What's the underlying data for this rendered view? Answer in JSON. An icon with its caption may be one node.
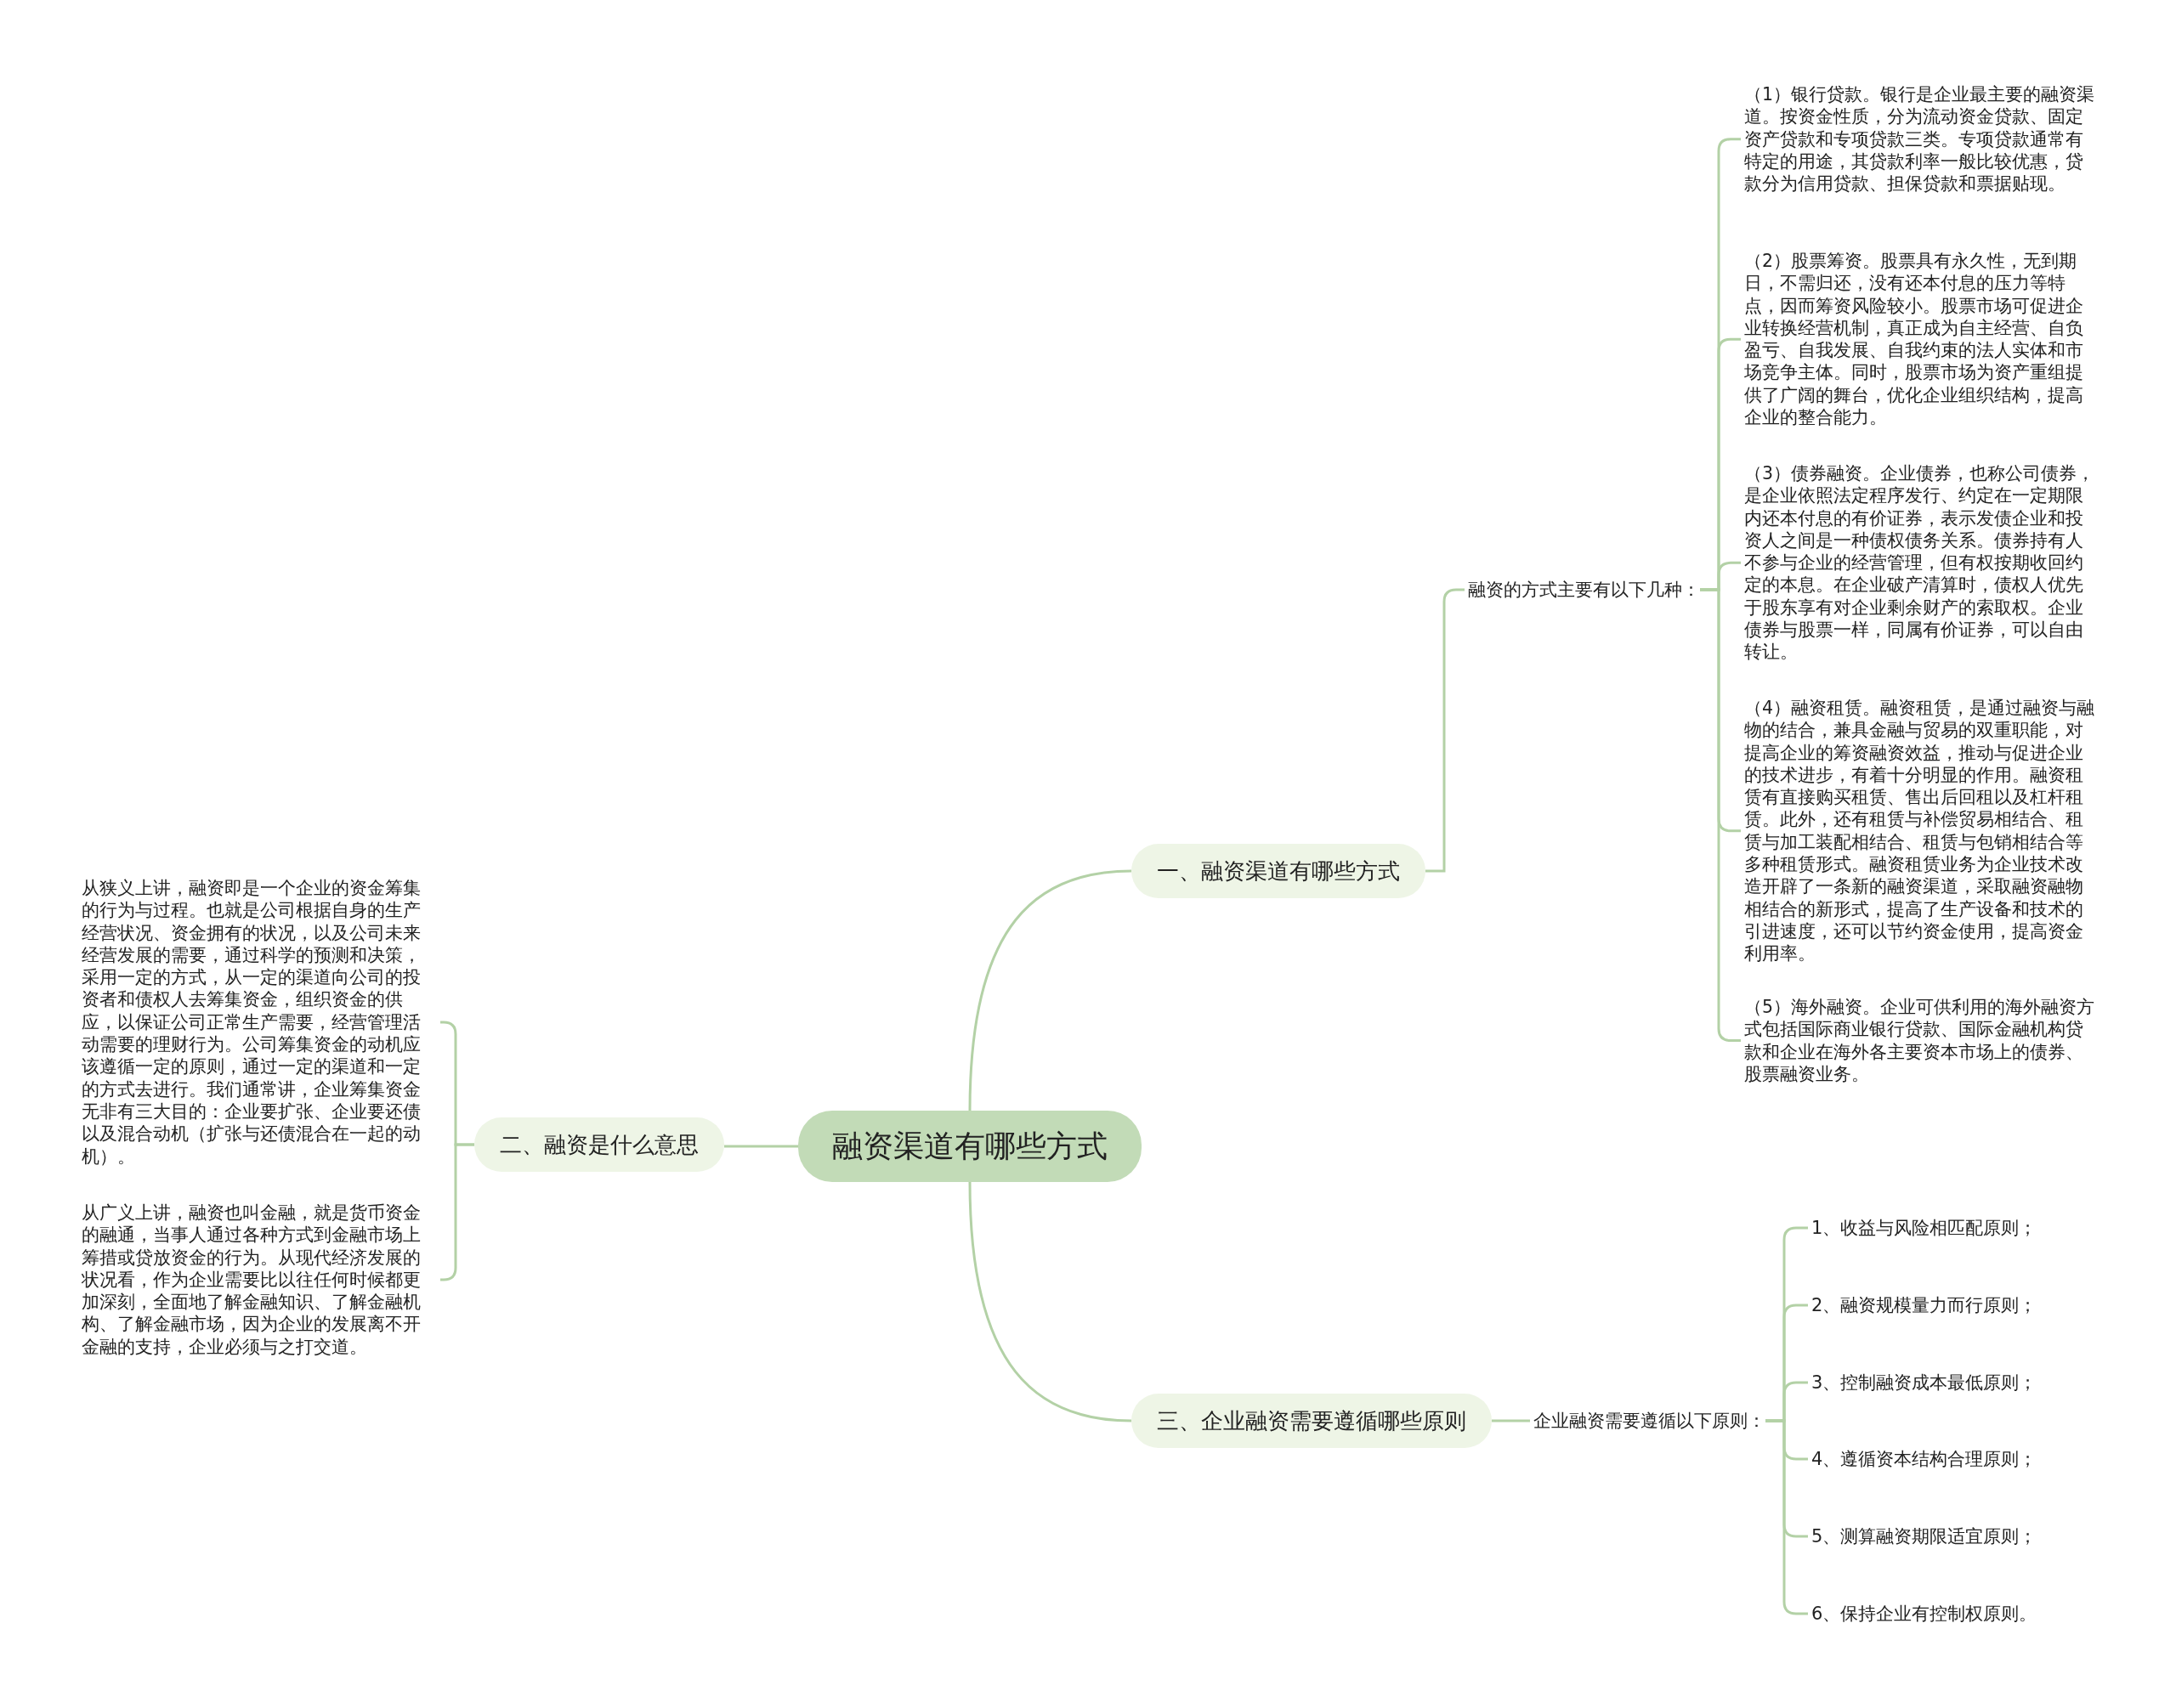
{
  "diagram": {
    "nodes": [
      {
        "text": [
          "融资渠道有哪些方式"
        ]
      },
      {
        "text": [
          "一、融资渠道有哪些方式"
        ]
      },
      {
        "text": [
          "融资的方式主要有以下几种："
        ]
      },
      {
        "text": [
          "（1）银行贷款。银行是企业最主要的融资渠道。按资金性质，分为流动资金贷款、固定资产贷款和专项贷款三类。专项贷款通常有特定的用途，其贷款利率一般比较优惠，贷款分为信用贷款、担保贷款和票据贴现。"
        ]
      },
      {
        "text": [
          "（2）股票筹资。股票具有永久性，无到期日，不需归还，没有还本付息的压力等特点，因而筹资风险较小。股票市场可促进企业转换经营机制，真正成为自主经营、自负盈亏、自我发展、自我约束的法人实体和市场竞争主体。同时，股票市场为资产重组提供了广阔的舞台，优化企业组织结构，提高企业的整合能力。"
        ]
      },
      {
        "text": [
          "（3）债券融资。企业债券，也称公司债券，是企业依照法定程序发行、约定在一定期限内还本付息的有价证券，表示发债企业和投资人之间是一种债权债务关系。债券持有人不参与企业的经营管理，但有权按期收回约定的本息。在企业破产清算时，债权人优先于股东享有对企业剩余财产的索取权。企业债券与股票一样，同属有价证券，可以自由转让。"
        ]
      },
      {
        "text": [
          "（4）融资租赁。融资租赁，是通过融资与融物的结合，兼具金融与贸易的双重职能，对提高企业的筹资融资效益，推动与促进企业的技术进步，有着十分明显的作用。融资租赁有直接购买租赁、售出后回租以及杠杆租赁。此外，还有租赁与补偿贸易相结合、租赁与加工装配相结合、租赁与包销相结合等多种租赁形式。融资租赁业务为企业技术改造开辟了一条新的融资渠道，采取融资融物相结合的新形式，提高了生产设备和技术的引进速度，还可以节约资金使用，提高资金利用率。"
        ]
      },
      {
        "text": [
          "（5）海外融资。企业可供利用的海外融资方式包括国际商业银行贷款、国际金融机构贷款和企业在海外各主要资本市场上的债券、股票融资业务。"
        ]
      },
      {
        "text": [
          "二、融资是什么意思"
        ]
      },
      {
        "text": [
          "从狭义上讲，融资即是一个企业的资金筹集的行为与过程。也就是公司根据自身的生产经营状况、资金拥有的状况，以及公司未来经营发展的需要，通过科学的预测和决策，采用一定的方式，从一定的渠道向公司的投资者和债权人去筹集资金，组织资金的供应，以保证公司正常生产需要，经营管理活动需要的理财行为。公司筹集资金的动机应该遵循一定的原则，通过一定的渠道和一定的方式去进行。我们通常讲，企业筹集资金无非有三大目的：企业要扩张、企业要还债以及混合动机（扩张与还债混合在一起的动机）。"
        ]
      },
      {
        "text": [
          "从广义上讲，融资也叫金融，就是货币资金的融通，当事人通过各种方式到金融市场上筹措或贷放资金的行为。从现代经济发展的状况看，作为企业需要比以往任何时候都更加深刻，全面地了解金融知识、了解金融机构、了解金融市场，因为企业的发展离不开金融的支持，企业必须与之打交道。"
        ]
      },
      {
        "text": [
          "三、企业融资需要遵循哪些原则"
        ]
      },
      {
        "text": [
          "企业融资需要遵循以下原则："
        ]
      },
      {
        "text": [
          "1、收益与风险相匹配原则；"
        ]
      },
      {
        "text": [
          "2、融资规模量力而行原则；"
        ]
      },
      {
        "text": [
          "3、控制融资成本最低原则；"
        ]
      },
      {
        "text": [
          "4、遵循资本结构合理原则；"
        ]
      },
      {
        "text": [
          "5、测算融资期限适宜原则；"
        ]
      },
      {
        "text": [
          "6、保持企业有控制权原则。"
        ]
      }
    ],
    "edges": [
      {
        "from": 0,
        "to": 1,
        "arrow": "none"
      },
      {
        "from": 0,
        "to": 8,
        "arrow": "none"
      },
      {
        "from": 0,
        "to": 11,
        "arrow": "none"
      },
      {
        "from": 1,
        "to": 2,
        "arrow": "none"
      },
      {
        "from": 2,
        "to": 3,
        "arrow": "none"
      },
      {
        "from": 2,
        "to": 4,
        "arrow": "none"
      },
      {
        "from": 2,
        "to": 5,
        "arrow": "none"
      },
      {
        "from": 2,
        "to": 6,
        "arrow": "none"
      },
      {
        "from": 2,
        "to": 7,
        "arrow": "none"
      },
      {
        "from": 8,
        "to": 9,
        "arrow": "none"
      },
      {
        "from": 8,
        "to": 10,
        "arrow": "none"
      },
      {
        "from": 11,
        "to": 12,
        "arrow": "none"
      },
      {
        "from": 12,
        "to": 13,
        "arrow": "none"
      },
      {
        "from": 12,
        "to": 14,
        "arrow": "none"
      },
      {
        "from": 12,
        "to": 15,
        "arrow": "none"
      },
      {
        "from": 12,
        "to": 16,
        "arrow": "none"
      },
      {
        "from": 12,
        "to": 17,
        "arrow": "none"
      },
      {
        "from": 12,
        "to": 18,
        "arrow": "none"
      }
    ]
  }
}
